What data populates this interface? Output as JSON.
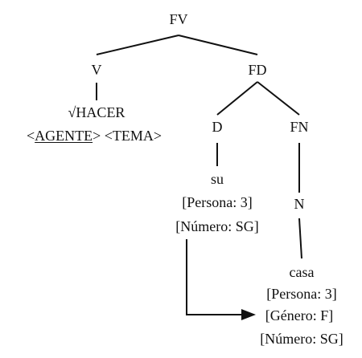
{
  "tree": {
    "root": "FV",
    "v": "V",
    "fd": "FD",
    "root_hacer": "√HACER",
    "args": {
      "open1": "<",
      "agente": "AGENTE",
      "close1": ">",
      "tema": "<TEMA>"
    },
    "d": "D",
    "fn": "FN",
    "su": {
      "word": "su",
      "persona": "[Persona: 3]",
      "numero": "[Número: SG]"
    },
    "n": "N",
    "casa": {
      "word": "casa",
      "persona": "[Persona: 3]",
      "genero": "[Género: F]",
      "numero": "[Número: SG]"
    }
  }
}
